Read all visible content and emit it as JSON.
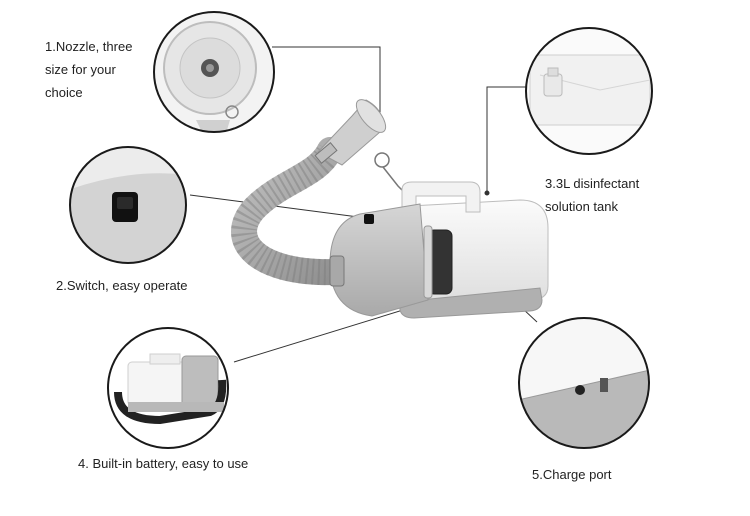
{
  "callouts": {
    "nozzle": {
      "lines": [
        "1.Nozzle, three",
        "size for your",
        "choice"
      ]
    },
    "switch": {
      "text": "2.Switch, easy operate"
    },
    "tank": {
      "lines": [
        "3.3L disinfectant",
        "solution tank"
      ]
    },
    "battery": {
      "text": "4. Built-in battery, easy to use"
    },
    "charge": {
      "text": "5.Charge port"
    }
  },
  "colors": {
    "body_gray": "#c8c8c8",
    "tank_white": "#f4f4f4",
    "outline": "#1a1a1a",
    "text": "#222222"
  }
}
